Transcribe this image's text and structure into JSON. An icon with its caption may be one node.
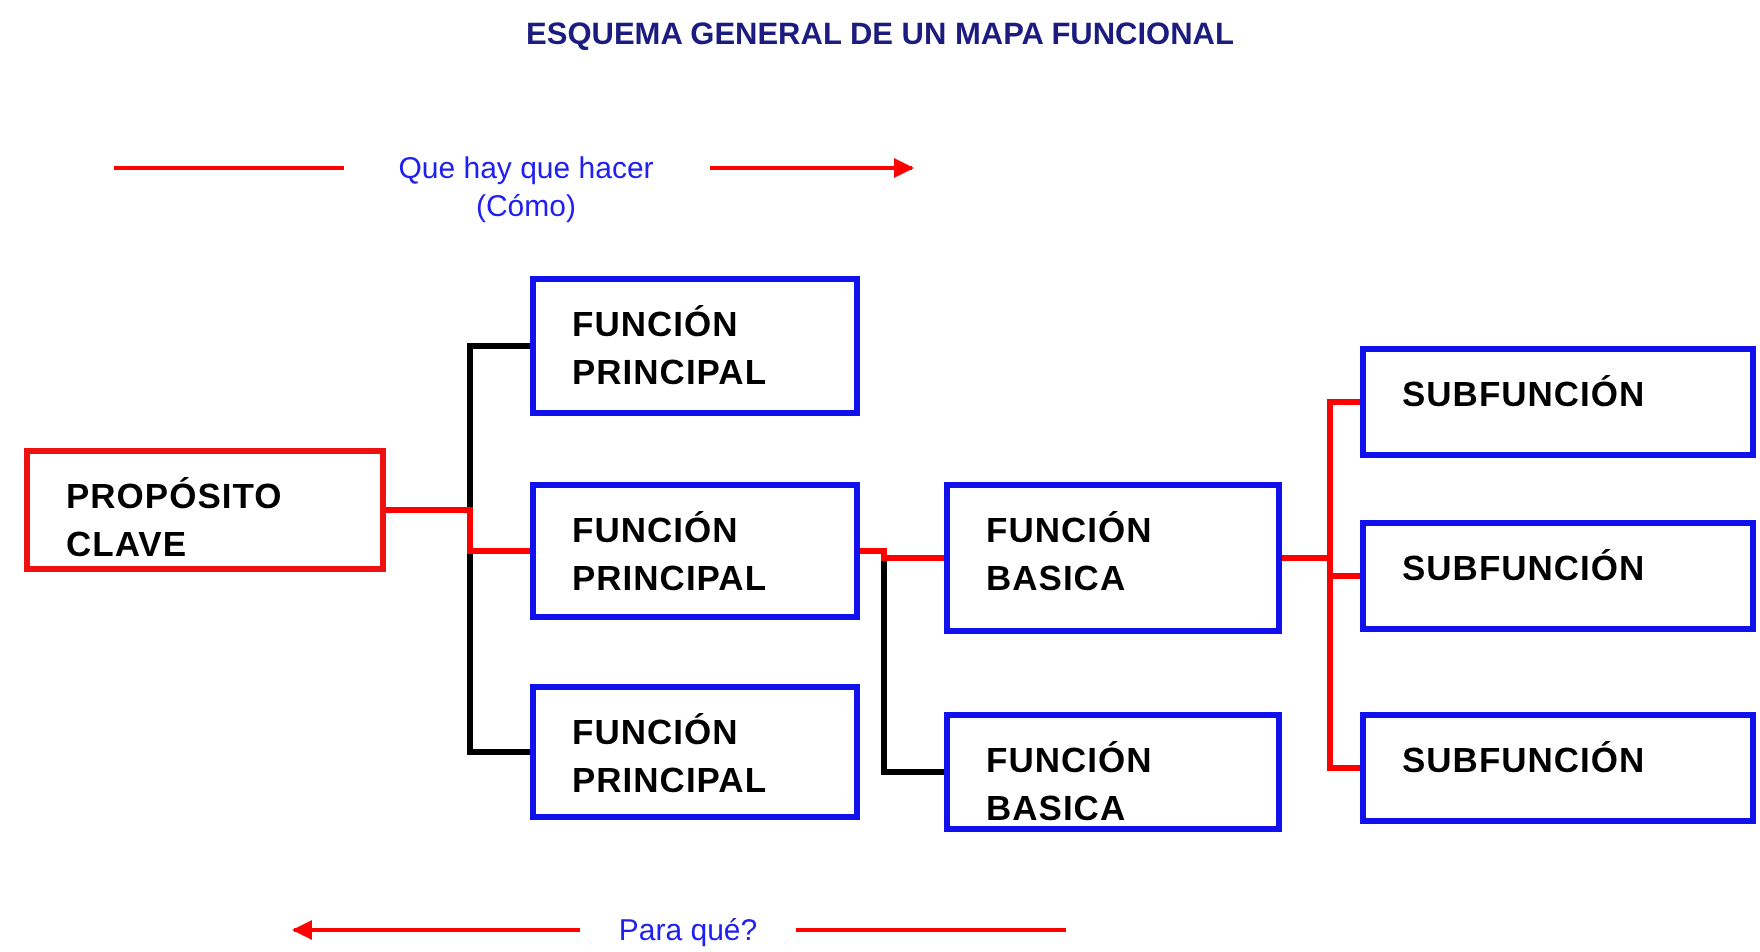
{
  "diagram": {
    "title": "ESQUEMA GENERAL DE UN MAPA FUNCIONAL",
    "nodes": [
      {
        "text": [
          "PROPÓSITO CLAVE"
        ]
      },
      {
        "text": [
          "FUNCIÓN PRINCIPAL"
        ]
      },
      {
        "text": [
          "FUNCIÓN PRINCIPAL"
        ]
      },
      {
        "text": [
          "FUNCIÓN PRINCIPAL"
        ]
      },
      {
        "text": [
          "FUNCIÓN BASICA"
        ]
      },
      {
        "text": [
          "FUNCIÓN BASICA"
        ]
      },
      {
        "text": [
          "SUBFUNCIÓN"
        ]
      },
      {
        "text": [
          "SUBFUNCIÓN"
        ]
      },
      {
        "text": [
          "SUBFUNCIÓN"
        ]
      }
    ],
    "edges": [
      {
        "from": 0,
        "to": 1,
        "arrow": "none",
        "color": "#000000"
      },
      {
        "from": 0,
        "to": 3,
        "arrow": "none",
        "color": "#000000"
      },
      {
        "from": 2,
        "to": 5,
        "arrow": "none",
        "color": "#000000"
      },
      {
        "from": 0,
        "to": 2,
        "arrow": "none"
      },
      {
        "from": 2,
        "to": 4,
        "arrow": "none"
      },
      {
        "from": 4,
        "to": 6,
        "arrow": "none"
      },
      {
        "from": 4,
        "to": 7,
        "arrow": "none"
      },
      {
        "from": 4,
        "to": 8,
        "arrow": "none"
      }
    ],
    "labels": [
      "Que hay que hacer (Cómo)",
      "Para qué?"
    ]
  }
}
